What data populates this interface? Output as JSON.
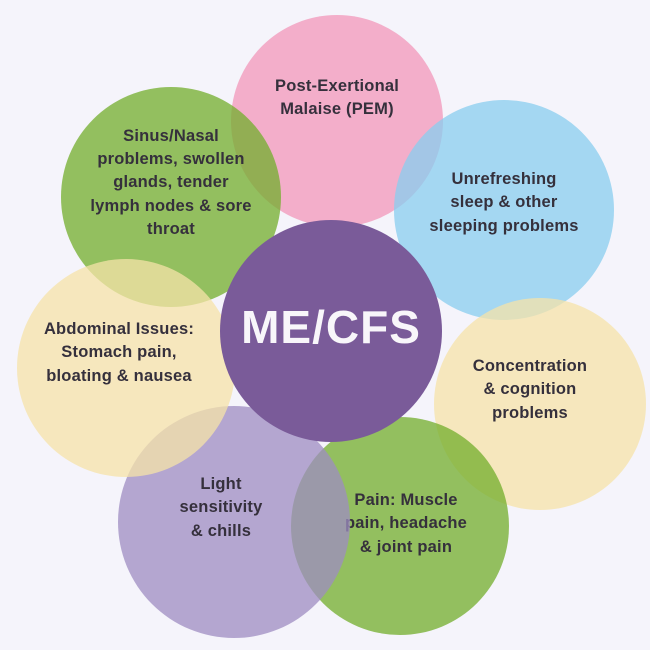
{
  "background_color": "#f5f4fb",
  "text_color": "#35303c",
  "center": {
    "label": "ME/CFS",
    "color": "#7a5b99",
    "text_color": "#f8f6fa"
  },
  "petals": [
    {
      "name": "post-exertional-malaise",
      "label": "Post-Exertional\nMalaise (PEM)",
      "color": "#f3aeca"
    },
    {
      "name": "unrefreshing-sleep",
      "label": "Unrefreshing\nsleep & other\nsleeping problems",
      "color": "#a3d7f2"
    },
    {
      "name": "concentration-cognition",
      "label": "Concentration\n& cognition\nproblems",
      "color": "#f5e7bd"
    },
    {
      "name": "pain",
      "label": "Pain: Muscle\npain, headache\n& joint pain",
      "color": "#92bf5f"
    },
    {
      "name": "light-sensitivity-chills",
      "label": "Light\nsensitivity\n& chills",
      "color": "#b4a6d0"
    },
    {
      "name": "abdominal-issues",
      "label": "Abdominal Issues:\nStomach pain,\nbloating & nausea",
      "color": "#f5e7bd"
    },
    {
      "name": "sinus-nasal-lymph",
      "label": "Sinus/Nasal\nproblems, swollen\nglands, tender\nlymph nodes & sore\nthroat",
      "color": "#92bf5f"
    }
  ]
}
